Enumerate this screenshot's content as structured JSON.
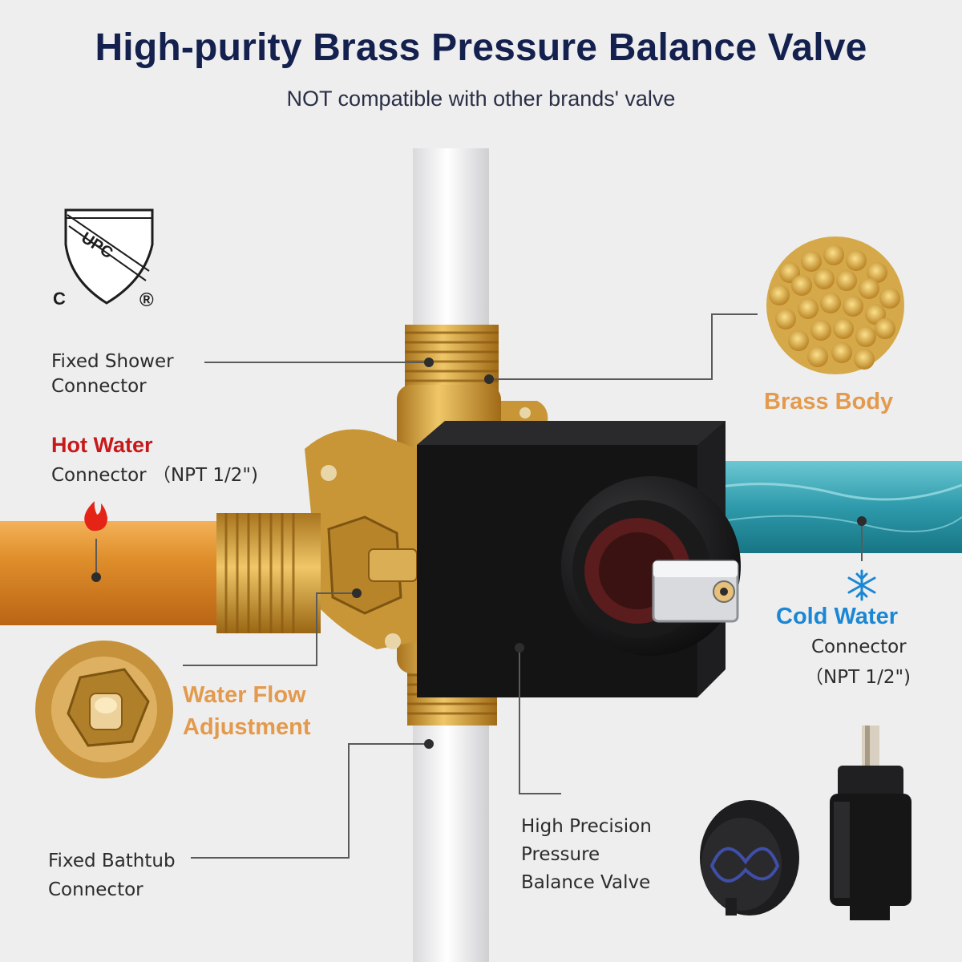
{
  "title": "High-purity Brass Pressure Balance Valve",
  "subtitle": "NOT compatible with other brands' valve",
  "certification": {
    "upc_text": "UPC",
    "c_text": "C",
    "registered": "®"
  },
  "labels": {
    "fixed_shower": [
      "Fixed Shower",
      "Connector"
    ],
    "hot_water_title": "Hot Water",
    "hot_water_sub": "Connector （NPT 1/2\")",
    "brass_body": "Brass Body",
    "cold_water_title": "Cold Water",
    "cold_water_sub1": "Connector",
    "cold_water_sub2": "（NPT 1/2\")",
    "water_flow": [
      "Water Flow",
      "Adjustment"
    ],
    "fixed_bathtub": [
      "Fixed Bathtub",
      "Connector"
    ],
    "pressure_valve": [
      "High Precision",
      "Pressure",
      "Balance Valve"
    ]
  },
  "icons": {
    "hot": "flame-icon",
    "cold": "snowflake-icon",
    "cert": "upc-shield-icon"
  },
  "colors": {
    "title": "#14214f",
    "hot": "#c8191a",
    "brass_label": "#e39a4c",
    "cold": "#1b87d3",
    "background": "#eeeeef"
  }
}
